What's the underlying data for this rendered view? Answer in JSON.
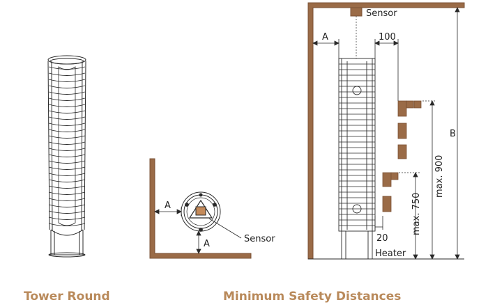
{
  "captions": {
    "product": "Tower Round",
    "section": "Minimum Safety Distances"
  },
  "plan_view": {
    "dim_side": "A",
    "dim_bottom": "A",
    "sensor_label": "Sensor"
  },
  "elevation_view": {
    "sensor_label": "Sensor",
    "dim_a": "A",
    "dim_100": "100",
    "dim_b": "B",
    "dim_max900": "max. 900",
    "dim_max750": "max. 750",
    "dim_20": "20",
    "heater_label": "Heater"
  },
  "colors": {
    "wall": "#9a6b47",
    "wall_dark": "#7a5134",
    "caption": "#b98a5b",
    "line": "#2a2a2a"
  }
}
